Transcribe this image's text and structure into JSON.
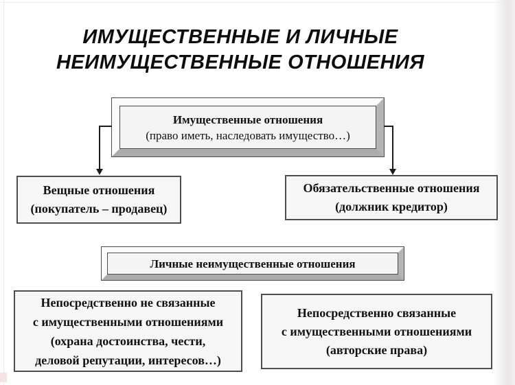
{
  "title": {
    "line1": "ИМУЩЕСТВЕННЫЕ И ЛИЧНЫЕ",
    "line2": "НЕИМУЩЕСТВЕННЫЕ ОТНОШЕНИЯ"
  },
  "diagram": {
    "property_relations_box": {
      "heading": "Имущественные отношения",
      "subtext": "(право иметь, наследовать имущество…)"
    },
    "real_relations_box": {
      "heading": "Вещные отношения",
      "subtext": "(покупатель – продавец)"
    },
    "obligation_relations_box": {
      "heading": "Обязательственные отношения",
      "subtext": "(должник кредитор)"
    },
    "personal_relations_box": {
      "heading": "Личные неимущественные отношения"
    },
    "unrelated_box": {
      "line1": "Непосредственно не связанные",
      "line2": "с имущественными отношениями",
      "line3": "(охрана достоинства, чести,",
      "line4": "деловой репутации, интересов…)"
    },
    "related_box": {
      "line1": "Непосредственно связанные",
      "line2": "с имущественными отношениями",
      "line3": "(авторские права)"
    }
  },
  "colors": {
    "background": "#ffffff",
    "box_fill": "#f6f6f6",
    "frame_fill": "#f4f4f4",
    "border": "#4d4d4d",
    "bevel_light": "#fafafa",
    "bevel_dark": "#ababab",
    "line": "#1b1b1b",
    "text": "#111111"
  }
}
